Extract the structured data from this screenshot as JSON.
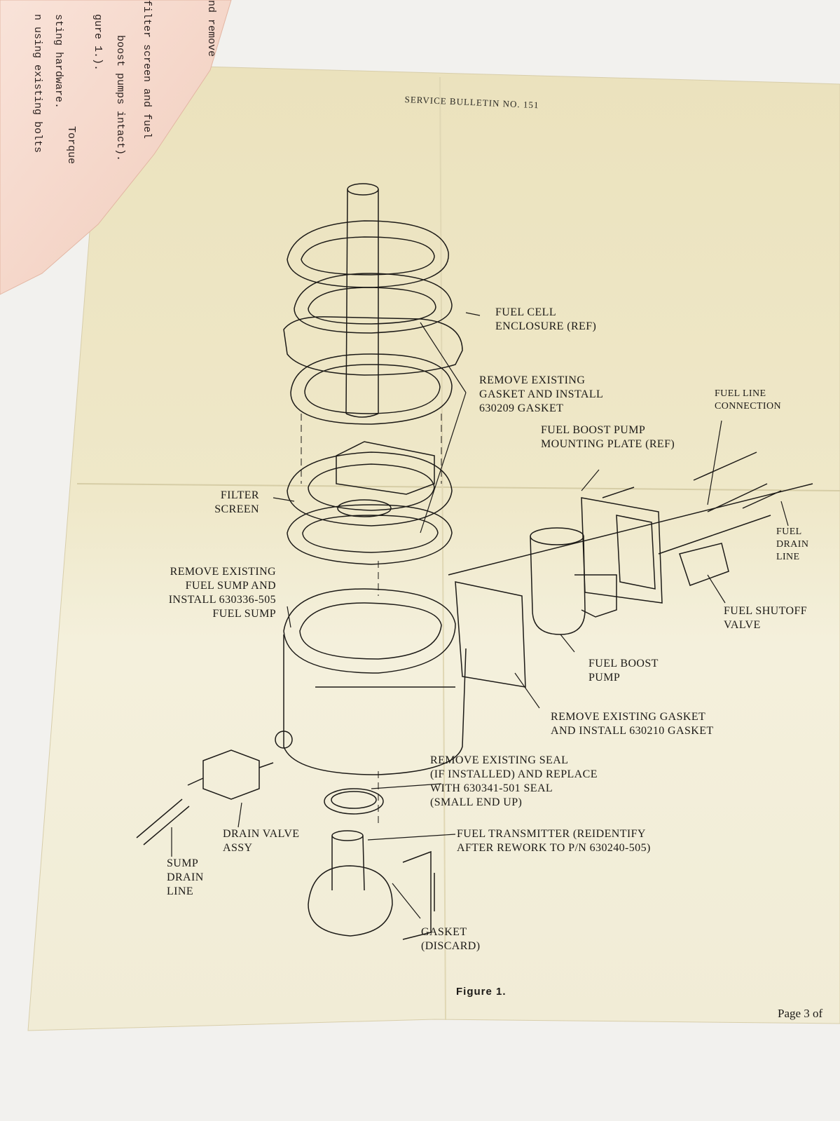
{
  "document": {
    "header": "SERVICE BULLETIN NO. 151",
    "figure_caption": "Figure 1.",
    "page_number": "Page 3 of"
  },
  "overleaf": {
    "lines": [
      "nd remove",
      "filter screen and fuel",
      "boost pumps intact).",
      "gure 1.).",
      "sting hardware.",
      "Torque",
      "n using existing bolts"
    ]
  },
  "callouts": {
    "fuel_cell_enclosure": [
      "FUEL CELL",
      "ENCLOSURE (REF)"
    ],
    "gasket_630209": [
      "REMOVE EXISTING",
      "GASKET AND INSTALL",
      "630209 GASKET"
    ],
    "fuel_line_connection": [
      "FUEL LINE",
      "CONNECTION"
    ],
    "boost_pump_plate": [
      "FUEL BOOST PUMP",
      "MOUNTING PLATE (REF)"
    ],
    "filter_screen": [
      "FILTER",
      "SCREEN"
    ],
    "fuel_drain_line": [
      "FUEL",
      "DRAIN",
      "LINE"
    ],
    "fuel_sump": [
      "REMOVE EXISTING",
      "FUEL SUMP AND",
      "INSTALL 630336-505",
      "FUEL SUMP"
    ],
    "fuel_shutoff_valve": [
      "FUEL SHUTOFF",
      "VALVE"
    ],
    "fuel_boost_pump": [
      "FUEL BOOST",
      "PUMP"
    ],
    "gasket_630210": [
      "REMOVE EXISTING GASKET",
      "AND INSTALL 630210 GASKET"
    ],
    "seal_630341": [
      "REMOVE EXISTING SEAL",
      "(IF INSTALLED) AND REPLACE",
      "WITH 630341-501 SEAL",
      "(SMALL END UP)"
    ],
    "drain_valve_assy": [
      "DRAIN VALVE",
      "ASSY"
    ],
    "fuel_transmitter": [
      "FUEL TRANSMITTER (REIDENTIFY",
      "AFTER REWORK TO P/N 630240-505)"
    ],
    "sump_drain_line": [
      "SUMP",
      "DRAIN",
      "LINE"
    ],
    "gasket_discard": [
      "GASKET",
      "(DISCARD)"
    ]
  },
  "colors": {
    "paper_top": "#ece3bf",
    "paper_bottom": "#f3efd8",
    "ink": "#1c1a17",
    "overleaf_pink": "#f6d8cb"
  }
}
